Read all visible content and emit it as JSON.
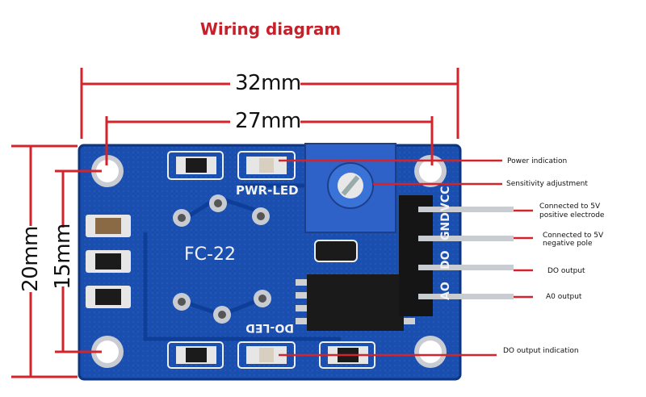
{
  "title": "Wiring diagram",
  "dimensions": {
    "width_outer": "32mm",
    "width_holes": "27mm",
    "height_outer": "20mm",
    "height_holes": "15mm"
  },
  "board": {
    "model": "FC-22",
    "pwr_led": "PWR-LED",
    "do_led": "DO-LED",
    "pin_labels": [
      "VCC",
      "GND",
      "DO",
      "AO"
    ]
  },
  "callouts": {
    "power": "Power indication",
    "sensitivity": "Sensitivity adjustment",
    "vcc_line1": "Connected to 5V",
    "vcc_line2": "positive electrode",
    "gnd_line1": "Connected to 5V",
    "gnd_line2": "negative pole",
    "do_output": "DO output",
    "ao_output": "A0 output",
    "do_indication": "DO output indication"
  },
  "colors": {
    "board": "#1a4fb0",
    "dimension_lines": "#d3242b",
    "title": "#c8202a"
  }
}
